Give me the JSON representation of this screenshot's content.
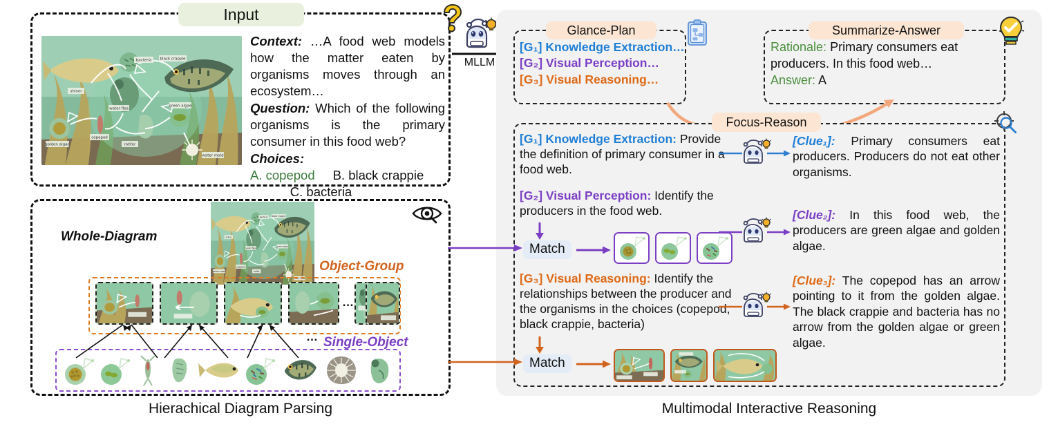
{
  "input": {
    "badge_label": "Input",
    "context_label": "Context:",
    "context_text": "…A food web models how the matter eaten by organisms moves through an ecosystem…",
    "question_label": "Question:",
    "question_text": "Which of the following organisms is the primary consumer in this food web?",
    "choices_label": "Choices:",
    "choice_a": "A. copepod",
    "choice_b": "B. black crappie",
    "choice_c": "C. bacteria",
    "image_alt": "food-web-diagram",
    "image_labels": [
      "black crappie",
      "bacteria",
      "shiner",
      "water flea",
      "green algae",
      "golden algae",
      "copepod",
      "rotifer",
      "water mold"
    ],
    "icon": "question-mark-icon"
  },
  "mllm": {
    "label": "MLLM",
    "icon": "robot-icon"
  },
  "hierarchical": {
    "caption": "Hierachical Diagram Parsing",
    "whole_diagram_label": "Whole-Diagram",
    "object_group_label": "Object-Group",
    "single_object_label": "Single-Object",
    "ellipsis_object_group": "…",
    "ellipsis_single_object": "…",
    "eye_icon": "eye-magnifier-icon",
    "object_group_count": 6,
    "single_object_count": 10
  },
  "reasoning": {
    "caption": "Multimodal Interactive Reasoning",
    "glance_plan": {
      "badge_label": "Glance-Plan",
      "icon": "clipboard-icon",
      "items": [
        {
          "tag": "[G₁]",
          "label": "Knowledge Extraction…",
          "color": "#1f7fd6"
        },
        {
          "tag": "[G₂]",
          "label": "Visual Perception…",
          "color": "#7b3fc4"
        },
        {
          "tag": "[G₃]",
          "label": "Visual Reasoning…",
          "color": "#de6a17"
        }
      ]
    },
    "summarize_answer": {
      "badge_label": "Summarize-Answer",
      "icon": "lightbulb-check-icon",
      "rationale_label": "Rationale:",
      "rationale_text": "Primary consumers eat producers. In this food web…",
      "answer_label": "Answer:",
      "answer_value": "A"
    },
    "focus_reason": {
      "badge_label": "Focus-Reason",
      "icon": "target-magnifier-icon",
      "goals": [
        {
          "tag": "[G₁]",
          "head": "Knowledge Extraction",
          "body": "Provide the definition of primary consumer in a food web.",
          "color": "#1f7fd6",
          "has_match": false
        },
        {
          "tag": "[G₂]",
          "head": "Visual Perception",
          "body": "Identify the producers in the food web.",
          "color": "#7b3fc4",
          "has_match": true,
          "match_label": "Match",
          "thumb_count": 3
        },
        {
          "tag": "[G₃]",
          "head": "Visual Reasoning",
          "body": "Identify the relationships between the producer and the organisms in the choices (copepod, black crappie, bacteria)",
          "color": "#de6a17",
          "has_match": true,
          "match_label": "Match",
          "thumb_count": 3
        }
      ],
      "clues": [
        {
          "tag": "[Clue₁]:",
          "text": "Primary consumers eat producers. Producers do not eat other organisms.",
          "color": "#1f7fd6",
          "icon": "robot-icon"
        },
        {
          "tag": "[Clue₂]:",
          "text": "In this food web, the producers are green algae and golden algae.",
          "color": "#7b3fc4",
          "icon": "robot-icon"
        },
        {
          "tag": "[Clue₃]:",
          "text": "The copepod has an arrow pointing to it from the golden algae. The black crappie and bacteria has no arrow from the golden algae or green algae.",
          "color": "#de6a17",
          "icon": "robot-icon"
        }
      ]
    }
  },
  "colors": {
    "panel_bg": "#f2f2f2",
    "badge_orange": "#fce5d2",
    "badge_green": "#e9f1de",
    "blue": "#1f7fd6",
    "purple": "#7b3fc4",
    "orange": "#de6a17",
    "green_text": "#4a8f3c",
    "arrow_salmon": "#f0a878"
  }
}
